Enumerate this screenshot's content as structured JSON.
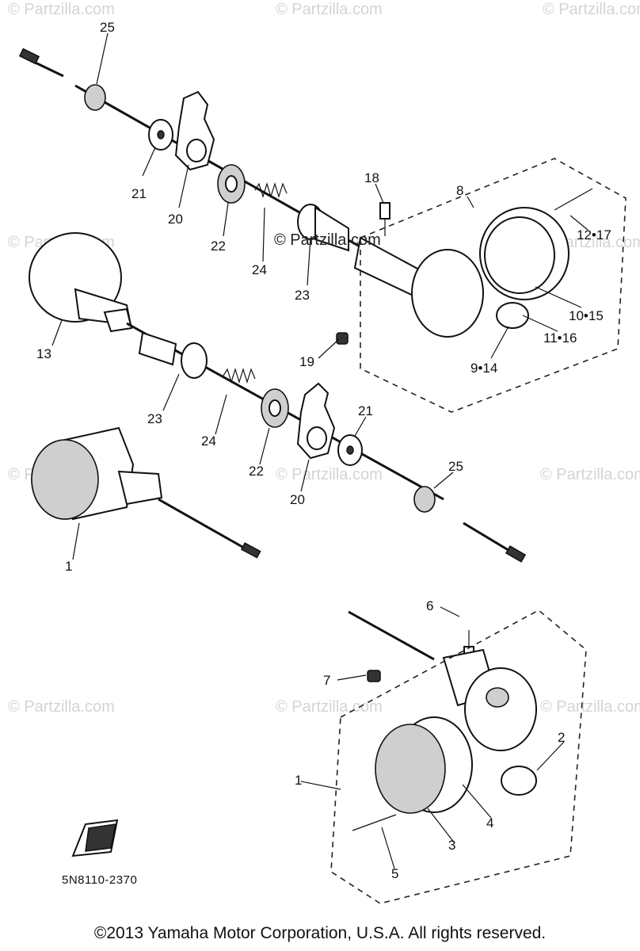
{
  "diagram": {
    "callouts": [
      {
        "id": "c25a",
        "text": "25"
      },
      {
        "id": "c21a",
        "text": "21"
      },
      {
        "id": "c20a",
        "text": "20"
      },
      {
        "id": "c22a",
        "text": "22"
      },
      {
        "id": "c24a",
        "text": "24"
      },
      {
        "id": "c23a",
        "text": "23"
      },
      {
        "id": "c18",
        "text": "18"
      },
      {
        "id": "c8",
        "text": "8"
      },
      {
        "id": "c1217",
        "text": "12•17"
      },
      {
        "id": "c1015",
        "text": "10•15"
      },
      {
        "id": "c1116",
        "text": "11•16"
      },
      {
        "id": "c914",
        "text": "9•14"
      },
      {
        "id": "c19",
        "text": "19"
      },
      {
        "id": "c13",
        "text": "13"
      },
      {
        "id": "c23b",
        "text": "23"
      },
      {
        "id": "c24b",
        "text": "24"
      },
      {
        "id": "c22b",
        "text": "22"
      },
      {
        "id": "c20b",
        "text": "20"
      },
      {
        "id": "c21b",
        "text": "21"
      },
      {
        "id": "c25b",
        "text": "25"
      },
      {
        "id": "c1a",
        "text": "1"
      },
      {
        "id": "c6",
        "text": "6"
      },
      {
        "id": "c7",
        "text": "7"
      },
      {
        "id": "c2",
        "text": "2"
      },
      {
        "id": "c1b",
        "text": "1"
      },
      {
        "id": "c4",
        "text": "4"
      },
      {
        "id": "c3",
        "text": "3"
      },
      {
        "id": "c5",
        "text": "5"
      }
    ],
    "watermark_text": "© Partzilla.com",
    "center_watermark": "© Partzilla.com",
    "diagram_code": "5N8110-2370",
    "copyright": "©2013 Yamaha Motor Corporation, U.S.A. All rights reserved."
  }
}
